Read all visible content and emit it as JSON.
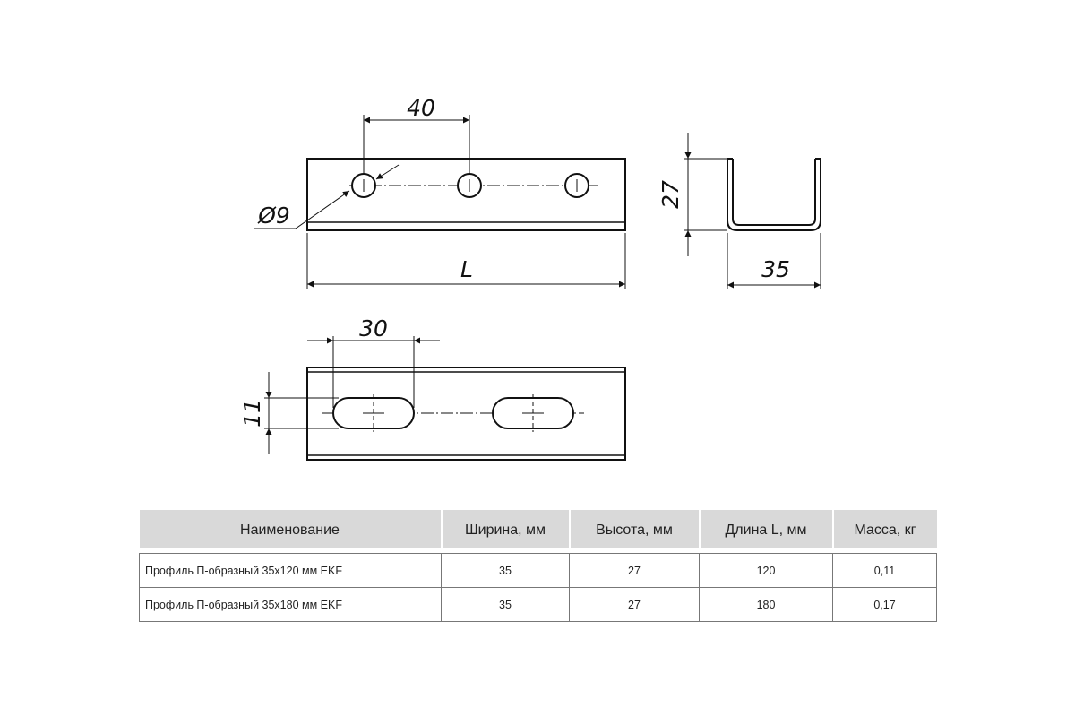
{
  "drawing": {
    "dimensions": {
      "hole_spacing": "40",
      "hole_diameter": "Ø9",
      "length": "L",
      "height": "27",
      "width": "35",
      "slot_length": "30",
      "slot_width": "11"
    }
  },
  "table": {
    "headers": [
      "Наименование",
      "Ширина, мм",
      "Высота, мм",
      "Длина L, мм",
      "Масса, кг"
    ],
    "rows": [
      [
        "Профиль П-образный 35х120 мм EKF",
        "35",
        "27",
        "120",
        "0,11"
      ],
      [
        "Профиль П-образный 35х180 мм EKF",
        "35",
        "27",
        "180",
        "0,17"
      ]
    ]
  },
  "colors": {
    "line": "#111111",
    "header_bg": "#d9d9d9",
    "table_border": "#777777"
  }
}
